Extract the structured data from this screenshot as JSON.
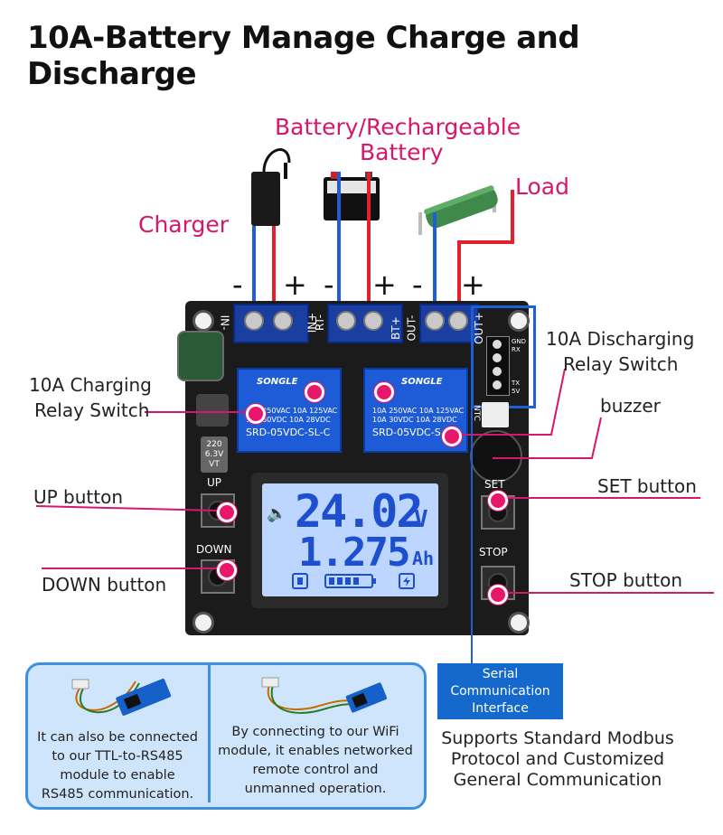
{
  "title": "10A-Battery Manage Charge and Discharge",
  "labels": {
    "battery_line1": "Battery/Rechargeable",
    "battery_line2": "Battery",
    "load": "Load",
    "charger": "Charger",
    "discharge_relay_line1": "10A Discharging",
    "discharge_relay_line2": "Relay Switch",
    "charge_relay_line1": "10A Charging",
    "charge_relay_line2": "Relay Switch",
    "buzzer": "buzzer",
    "up_button": "UP button",
    "set_button": "SET button",
    "down_button": "DOWN button",
    "stop_button": "STOP button",
    "polarity": [
      "-",
      "+",
      "-",
      "+",
      "-",
      "+"
    ]
  },
  "board": {
    "terminals": [
      "IN-",
      "IN+",
      "RT-",
      "BT+",
      "OUT-",
      "OUT+"
    ],
    "relay_brand": "SONGLE",
    "relay_model_left": "SRD-05VDC-SL-C",
    "relay_model_right": "SRD-05VDC-S",
    "relay_rating": [
      "10A 250VAC  10A 125VAC",
      "10A 30VDC   10A 28VDC"
    ],
    "cap_label": [
      "220",
      "6.3V",
      "VT"
    ],
    "btn_up": "UP",
    "btn_down": "DOWN",
    "btn_set": "SET",
    "btn_stop": "STOP",
    "ntc": "NTC",
    "serial_pins": [
      "GND",
      "RX",
      "TX",
      "5V"
    ]
  },
  "lcd": {
    "voltage": "24.02",
    "voltage_unit": "V",
    "capacity": "1.275",
    "capacity_unit": "Ah"
  },
  "info": {
    "left": [
      "It can also be connected",
      "to our TTL-to-RS485",
      "module to enable",
      "RS485 communication."
    ],
    "right": [
      "By connecting to our WiFi",
      "module, it enables networked",
      "remote control and",
      "unmanned operation."
    ]
  },
  "serial_box": [
    "Serial",
    "Communication",
    "Interface"
  ],
  "modbus": [
    "Supports Standard Modbus",
    "Protocol and Customized",
    "General Communication"
  ],
  "colors": {
    "accent_magenta": "#d6176b",
    "wire_red": "#e3212b",
    "wire_blue": "#1f5fd6",
    "serial_blue": "#1669cc",
    "info_bg": "#cfe5fb"
  }
}
